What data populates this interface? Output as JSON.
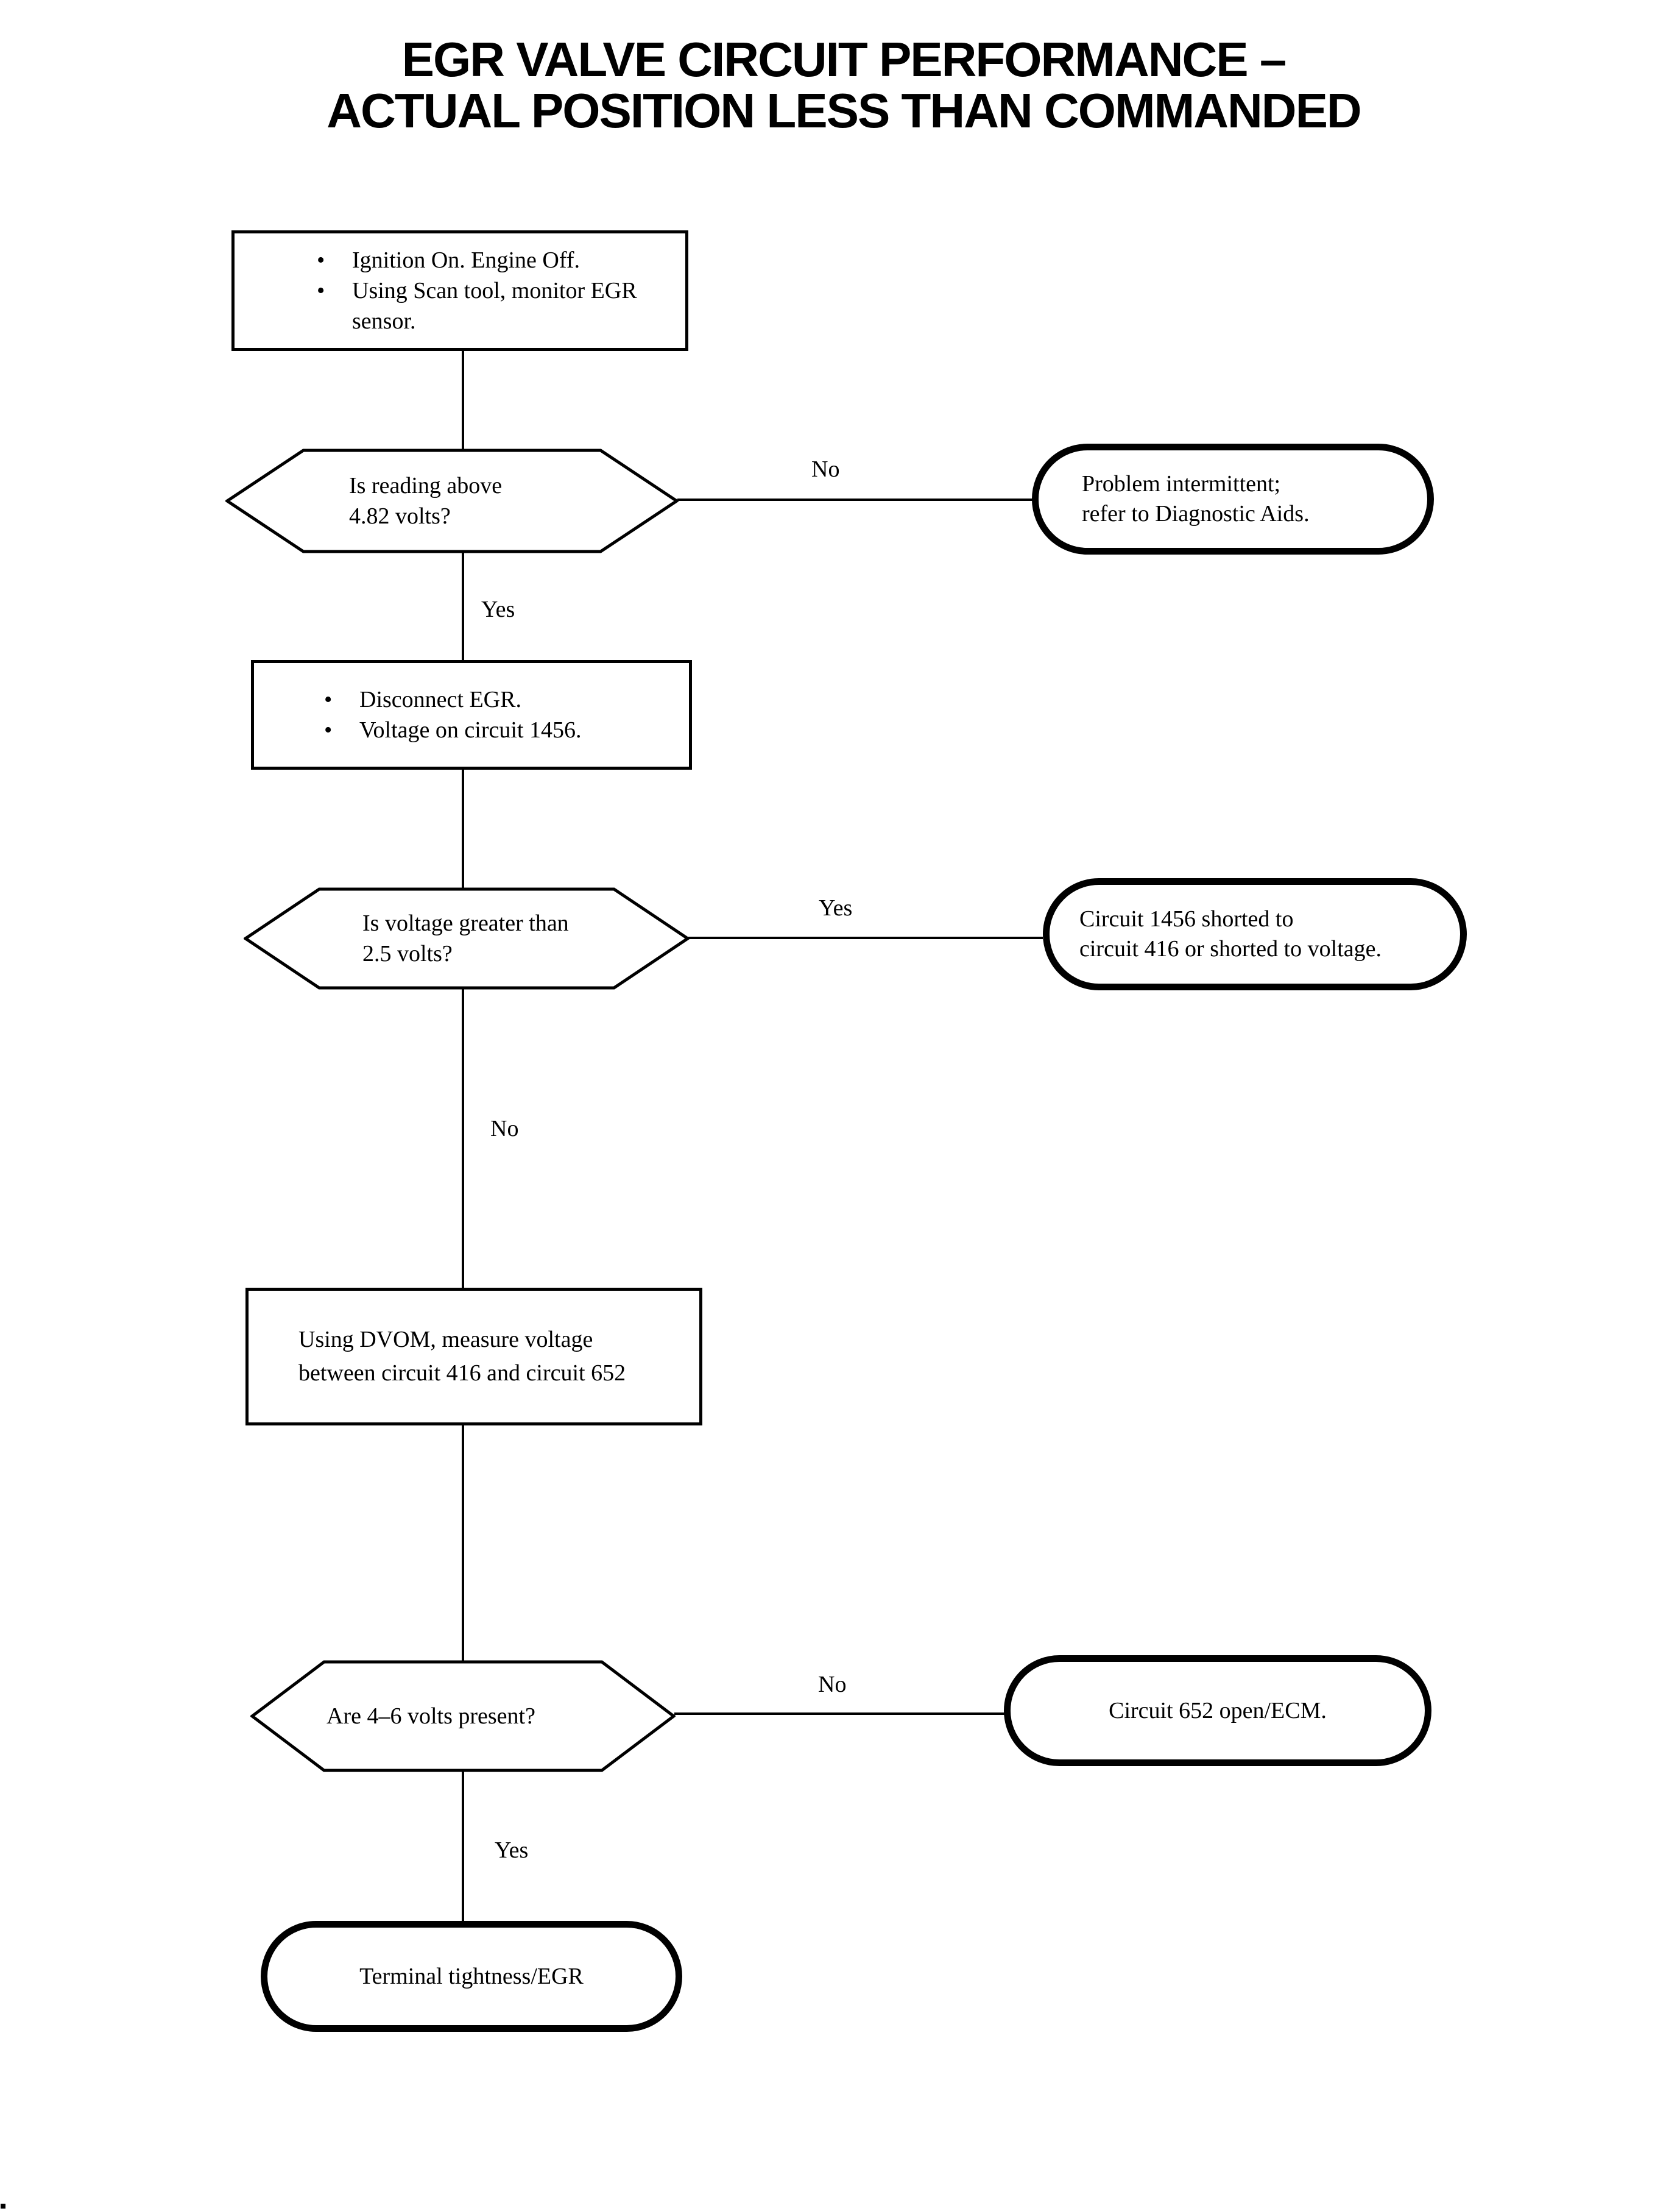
{
  "title": {
    "lines": [
      "EGR VALVE CIRCUIT PERFORMANCE –",
      "ACTUAL POSITION LESS THAN COMMANDED"
    ]
  },
  "glyphs": {
    "bullet": "•"
  },
  "labels": {
    "yes": "Yes",
    "no": "No"
  },
  "colors": {
    "ink": "#000000",
    "background": "#ffffff"
  },
  "nodes": {
    "start": {
      "type": "process",
      "items": [
        "Ignition On. Engine Off.",
        "Using Scan tool, monitor EGR sensor."
      ]
    },
    "q_reading": {
      "type": "decision",
      "lines": [
        "Is reading above",
        "4.82 volts?"
      ]
    },
    "t_intermittent": {
      "type": "terminal",
      "lines": [
        "Problem intermittent;",
        "refer to Diagnostic Aids."
      ]
    },
    "step_disconnect": {
      "type": "process",
      "items": [
        "Disconnect EGR.",
        "Voltage on circuit 1456."
      ]
    },
    "q_voltage": {
      "type": "decision",
      "lines": [
        "Is voltage greater than",
        "2.5 volts?"
      ]
    },
    "t_shorted": {
      "type": "terminal",
      "lines": [
        "Circuit 1456 shorted to",
        "circuit 416 or shorted to voltage."
      ]
    },
    "step_dvom": {
      "type": "process",
      "lines": [
        "Using DVOM, measure voltage",
        "between circuit 416 and circuit 652"
      ]
    },
    "q_46volts": {
      "type": "decision",
      "lines": [
        "Are 4–6 volts present?"
      ]
    },
    "t_open_ecm": {
      "type": "terminal",
      "lines": [
        "Circuit 652 open/ECM."
      ]
    },
    "t_terminal_tightness": {
      "type": "terminal",
      "lines": [
        "Terminal tightness/EGR"
      ]
    }
  }
}
